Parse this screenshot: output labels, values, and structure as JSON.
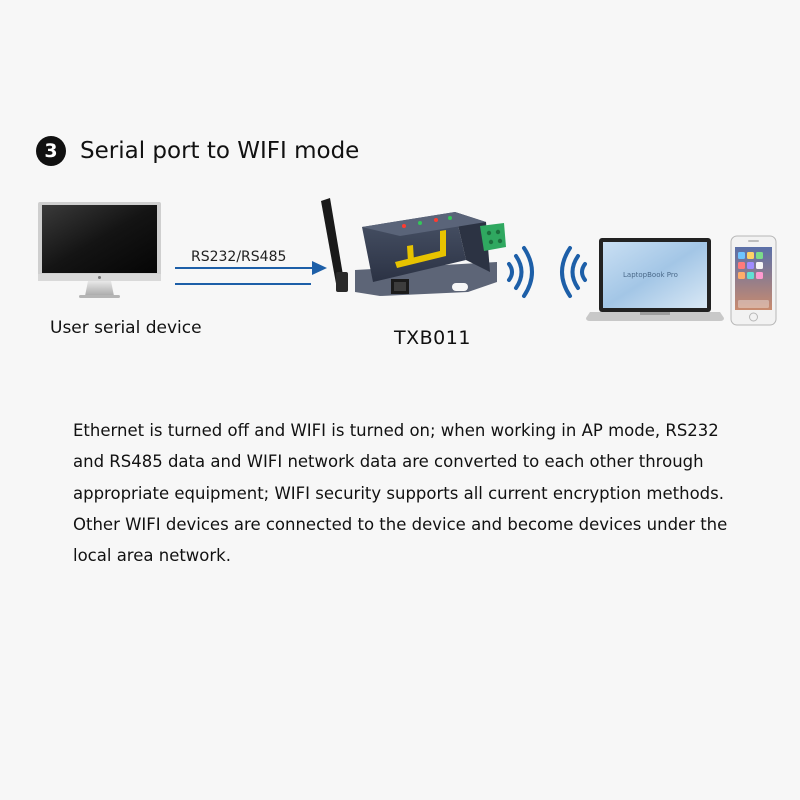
{
  "heading": {
    "step": "3",
    "title": "Serial port to WIFI mode"
  },
  "diagram": {
    "user_device_label": "User serial device",
    "link_label": "RS232/RS485",
    "device_label": "TXB011",
    "laptop_screen_text": "LaptopBook Pro"
  },
  "description": "Ethernet is turned off and WIFI is turned on; when working in AP mode, RS232 and RS485 data and WIFI network data are converted to each other through appropriate equipment; WIFI security supports all current encryption methods. Other WIFI devices are connected to the device and become devices under the local area network.",
  "colors": {
    "arrow": "#1d5fa8",
    "wifi": "#1d5fa8",
    "device_body": "#3a4358",
    "device_panel": "#1f2a3f",
    "terminal": "#2fa860"
  }
}
